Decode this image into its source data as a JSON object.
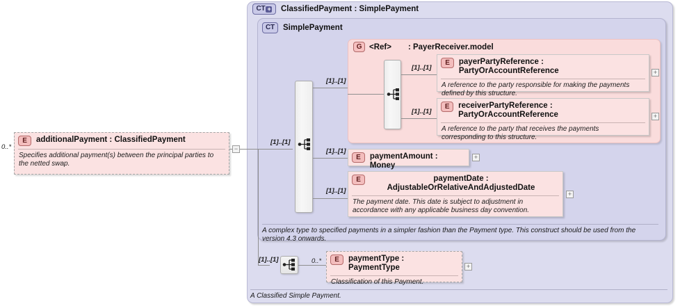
{
  "diagram": {
    "type": "xsd-schema-diagram",
    "root_element": {
      "badge": "E",
      "name": "additionalPayment : ClassifiedPayment",
      "occurrence": "0..*",
      "documentation": "Specifies additional payment(s) between the principal parties to the netted swap.",
      "toggle": "−"
    },
    "complex_type_outer": {
      "badge": "CT",
      "badge_plus": "+",
      "title": "ClassifiedPayment : SimplePayment",
      "footer_doc": "A Classified Simple Payment."
    },
    "complex_type_inner": {
      "badge": "CT",
      "title": "SimplePayment",
      "footer_doc": "A complex type to specified payments in a simpler fashion than the Payment type. This construct should be used from the version 4.3 onwards."
    },
    "group_ref": {
      "badge": "G",
      "label": "<Ref>",
      "title": ": PayerReceiver.model",
      "multiplicity_in": "[1]..[1]"
    },
    "multiplicities": {
      "inner_sequence": "[1]..[1]",
      "ref_group": "[1]..[1]",
      "payer": "[1]..[1]",
      "receiver": "[1]..[1]",
      "payment_amount": "[1]..[1]",
      "payment_date": "[1]..[1]",
      "payment_type_seq": "[1]..[1]",
      "payment_type_occurs": "0..*"
    },
    "elements": [
      {
        "id": "payerPartyReference",
        "badge": "E",
        "name": "payerPartyReference : PartyOrAccountReference",
        "documentation": "A reference to the party responsible for making the payments defined by this structure.",
        "expand": "+"
      },
      {
        "id": "receiverPartyReference",
        "badge": "E",
        "name": "receiverPartyReference : PartyOrAccountReference",
        "documentation": "A reference to the party that receives the payments corresponding to this structure.",
        "expand": "+"
      },
      {
        "id": "paymentAmount",
        "badge": "E",
        "name": "paymentAmount : Money",
        "documentation": "",
        "expand": "+"
      },
      {
        "id": "paymentDate",
        "badge": "E",
        "name": "paymentDate : AdjustableOrRelativeAndAdjustedDate",
        "documentation": "The payment date. This date is subject to adjustment in accordance with any applicable business day convention.",
        "expand": "+"
      },
      {
        "id": "paymentType",
        "badge": "E",
        "name": "paymentType : PaymentType",
        "documentation": "Classification of this Payment.",
        "expand": "+"
      }
    ],
    "colors": {
      "element_fill": "#fbe2e2",
      "group_fill": "#fadcdc",
      "complex_type_fill": "#dcdcef",
      "complex_type_inner_fill": "#d4d4ec",
      "connector": "#8f8f8f"
    }
  }
}
